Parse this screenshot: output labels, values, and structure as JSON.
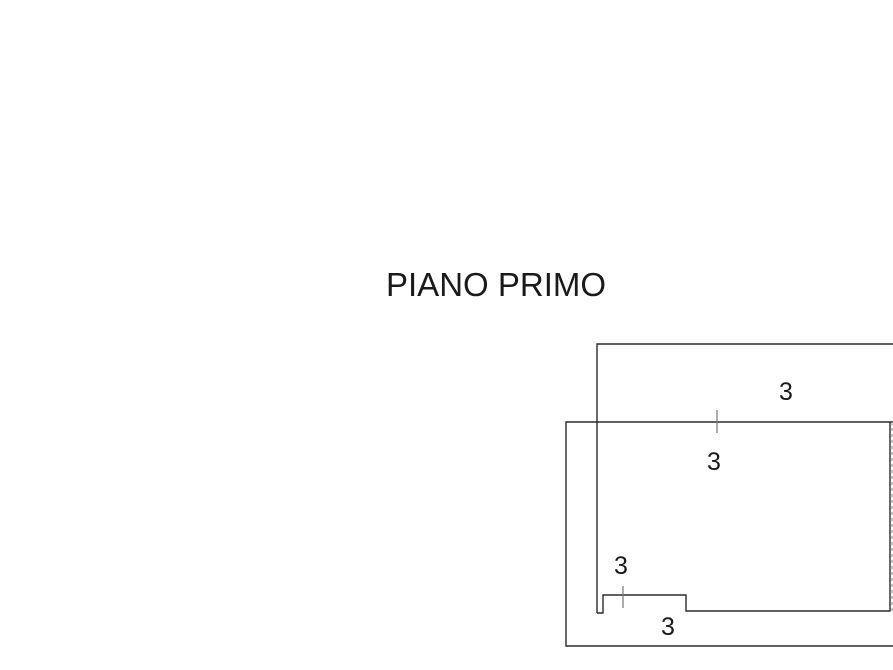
{
  "title": "PIANO PRIMO",
  "labels": {
    "top_room": "3",
    "upper_room": "3",
    "left_small": "3",
    "bottom": "3"
  }
}
